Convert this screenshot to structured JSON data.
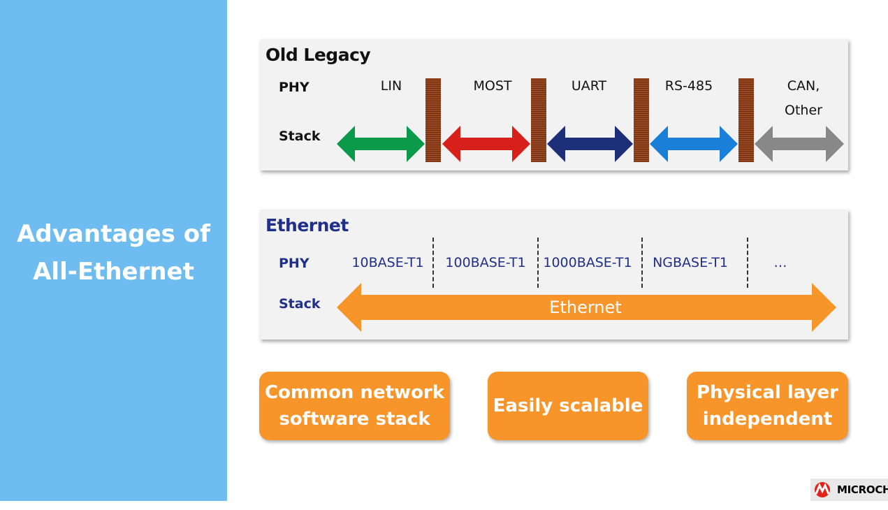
{
  "sidebar": {
    "title_line1": "Advantages of",
    "title_line2": "All-Ethernet"
  },
  "legacy": {
    "title": "Old Legacy",
    "phy_label": "PHY",
    "stack_label": "Stack",
    "protocols": [
      {
        "name": "LIN",
        "color": "#0a9a4a"
      },
      {
        "name": "MOST",
        "color": "#d8201a"
      },
      {
        "name": "UART",
        "color": "#1c2f78"
      },
      {
        "name": "RS-485",
        "color": "#1a7fd8"
      },
      {
        "name": "CAN, Other",
        "name_line1": "CAN,",
        "name_line2": "Other",
        "color": "#888888"
      }
    ],
    "separator_color": "#8b3a1a"
  },
  "ethernet": {
    "title": "Ethernet",
    "phy_label": "PHY",
    "stack_label": "Stack",
    "phys": [
      "10BASE-T1",
      "100BASE-T1",
      "1000BASE-T1",
      "NGBASE-T1",
      "…"
    ],
    "stack_text": "Ethernet",
    "arrow_color": "#f7952b"
  },
  "badges": [
    {
      "line1": "Common network",
      "line2": "software stack"
    },
    {
      "line1": "Easily scalable"
    },
    {
      "line1": "Physical layer",
      "line2": "independent"
    }
  ],
  "logo": {
    "text": "MICROCHIP",
    "color": "#e2231a"
  }
}
